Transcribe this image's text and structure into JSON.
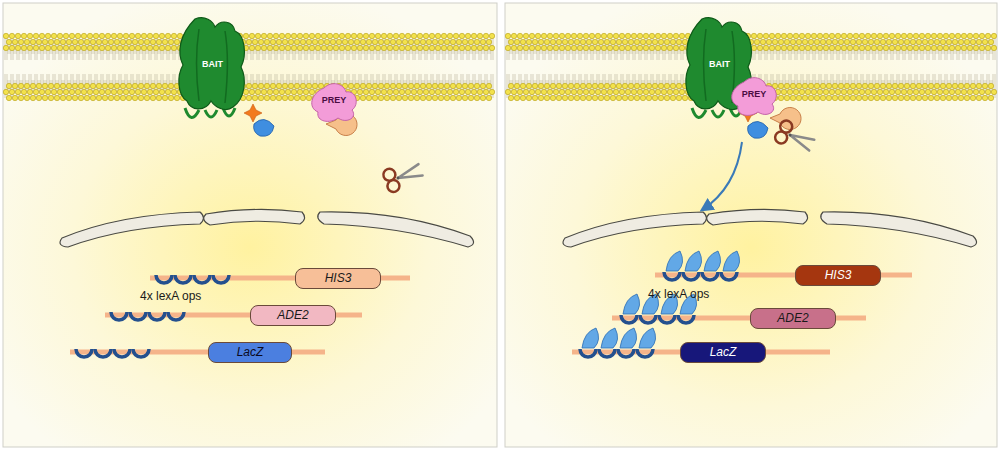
{
  "diagram": {
    "nodes": [
      {
        "text": [
          "BAIT"
        ]
      },
      {
        "text": [
          "PREY"
        ]
      },
      {
        "text": [
          "HIS3"
        ]
      },
      {
        "text": [
          "ADE2"
        ]
      },
      {
        "text": [
          "LacZ"
        ]
      },
      {
        "text": [
          "BAIT"
        ]
      },
      {
        "text": [
          "PREY"
        ]
      },
      {
        "text": [
          "HIS3"
        ]
      },
      {
        "text": [
          "ADE2"
        ]
      },
      {
        "text": [
          "LacZ"
        ]
      }
    ],
    "labels": [
      "4x lexA ops",
      "4x lexA ops"
    ]
  }
}
